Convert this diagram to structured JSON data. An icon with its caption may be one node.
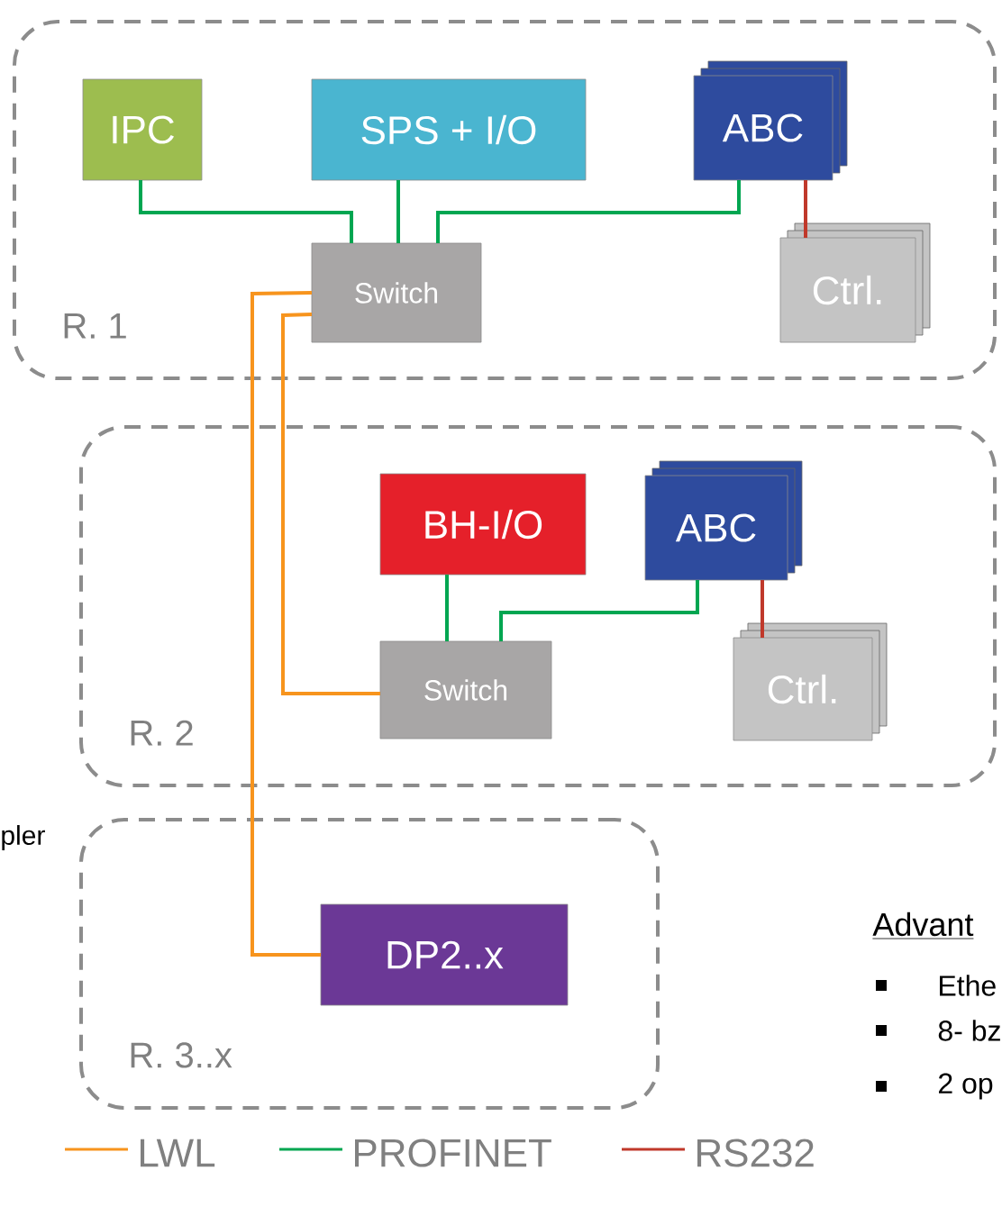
{
  "diagram": {
    "nodes": [
      {
        "text": [
          "R. 1"
        ]
      },
      {
        "text": [
          "IPC"
        ],
        "in": 0
      },
      {
        "text": [
          "SPS + I/O"
        ],
        "in": 0
      },
      {
        "text": [
          "ABC"
        ],
        "in": 0
      },
      {
        "text": [
          "Switch"
        ],
        "in": 0
      },
      {
        "text": [
          "Ctrl."
        ],
        "in": 0
      },
      {
        "text": [
          "R. 2"
        ]
      },
      {
        "text": [
          "BH-I/O"
        ],
        "in": 6
      },
      {
        "text": [
          "ABC"
        ],
        "in": 6
      },
      {
        "text": [
          "Switch"
        ],
        "in": 6
      },
      {
        "text": [
          "Ctrl."
        ],
        "in": 6
      },
      {
        "text": [
          "R. 3..x"
        ]
      },
      {
        "text": [
          "DP2..x"
        ],
        "in": 11
      }
    ],
    "edges": [
      {
        "from": 1,
        "to": 4,
        "arrow": "none"
      },
      {
        "from": 2,
        "to": 4,
        "arrow": "none"
      },
      {
        "from": 3,
        "to": 4,
        "arrow": "none"
      },
      {
        "from": 3,
        "to": 5,
        "arrow": "none",
        "color": "#c0392b"
      },
      {
        "from": 4,
        "to": 9,
        "arrow": "none",
        "color": "#f7941d"
      },
      {
        "from": 4,
        "to": 12,
        "arrow": "none",
        "color": "#f7941d"
      },
      {
        "from": 7,
        "to": 9,
        "arrow": "none"
      },
      {
        "from": 8,
        "to": 9,
        "arrow": "none"
      },
      {
        "from": 8,
        "to": 10,
        "arrow": "none",
        "color": "#c0392b"
      }
    ],
    "labels": [
      "pler",
      "Advant",
      "Ethe",
      "8- bz",
      "2 op"
    ],
    "legend": [
      {
        "text": "LWL"
      },
      {
        "text": "PROFINET"
      },
      {
        "text": "RS232"
      }
    ]
  }
}
